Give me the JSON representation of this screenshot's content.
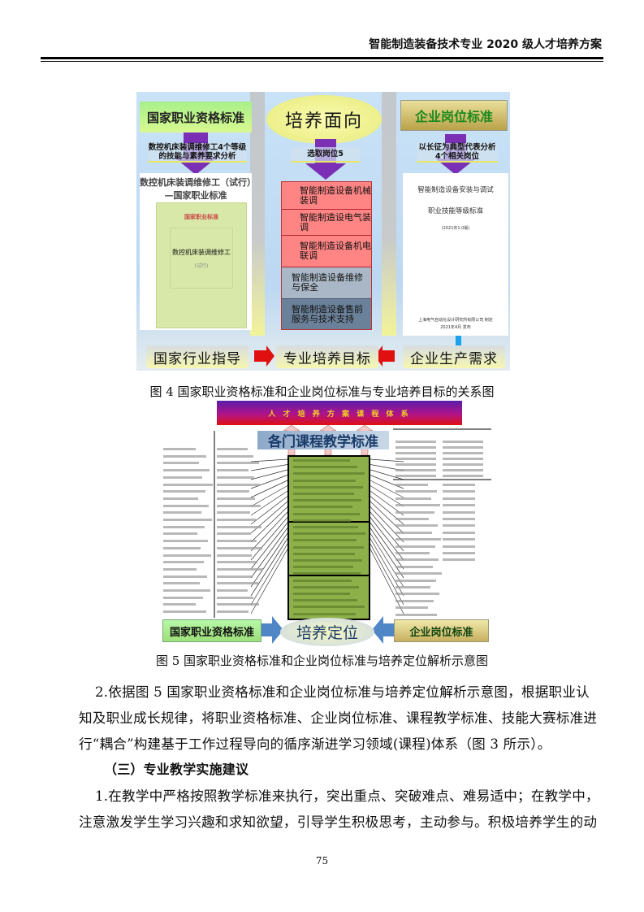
{
  "header": {
    "title": "智能制造装备技术专业 2020 级人才培养方案"
  },
  "figure4": {
    "left_header": "国家职业资格标准",
    "center_header": "培养面向",
    "right_header": "企业岗位标准",
    "left_note": [
      "数控机床装调维修工4个等级",
      "的技能与素养要求分析"
    ],
    "center_note": "选取岗位5",
    "right_note": [
      "以长征为典型代表分析",
      "4个相关岗位"
    ],
    "left_doc_title": [
      "数控机床装调维修工（试行）",
      "—国家职业标准"
    ],
    "book": {
      "top": "国家职业标准",
      "title": "数控机床装调维修工",
      "sub": "(试行)"
    },
    "positions": [
      "智能制造设备机械装调",
      "智能制造设电气装调",
      "智能制造设备机电联调",
      "智能制造设备维修与保全",
      "智能制造设备售前服务与技术支持"
    ],
    "right_doc": {
      "title": "智能制造设备安装与调试",
      "sub": "职业技能等级标准",
      "version": "(2021年1.0版)",
      "org": "上海电气自动化设计研究所有限公司 制定",
      "date": "2021年4月 发布"
    },
    "bottom": [
      "国家行业指导",
      "专业培养目标",
      "企业生产需求"
    ],
    "colors": {
      "red": "#ff8585",
      "gray": "#a9b7c6",
      "dark": "#6b8199"
    }
  },
  "caption4": "图 4  国家职业资格标准和企业岗位标准与专业培养目标的关系图",
  "figure5": {
    "top_banner": "人 才 培 养 方 案 课 程 体 系",
    "course_banner": "各门课程教学标准",
    "left_box": "国家职业资格标准",
    "center_ellipse": "培养定位",
    "right_box": "企业岗位标准"
  },
  "caption5": "图 5  国家职业资格标准和企业岗位标准与培养定位解析示意图",
  "body": {
    "para2": [
      "2.依据图 5 国家职业资格标准和企业岗位标准与培养定位解析示意图，根据职业认",
      "知及职业成长规律，将职业资格标准、企业岗位标准、课程教学标准、技能大赛标准进",
      "行“耦合”构建基于工作过程导向的循序渐进学习领域(课程)体系（图 3 所示）。"
    ],
    "heading": "（三）专业教学实施建议",
    "para3": [
      "1.在教学中严格按照教学标准来执行，突出重点、突破难点、难易适中；在教学中，",
      "注意激发学生学习兴趣和求知欲望，引导学生积极思考，主动参与。积极培养学生的动"
    ]
  },
  "page_number": "75"
}
